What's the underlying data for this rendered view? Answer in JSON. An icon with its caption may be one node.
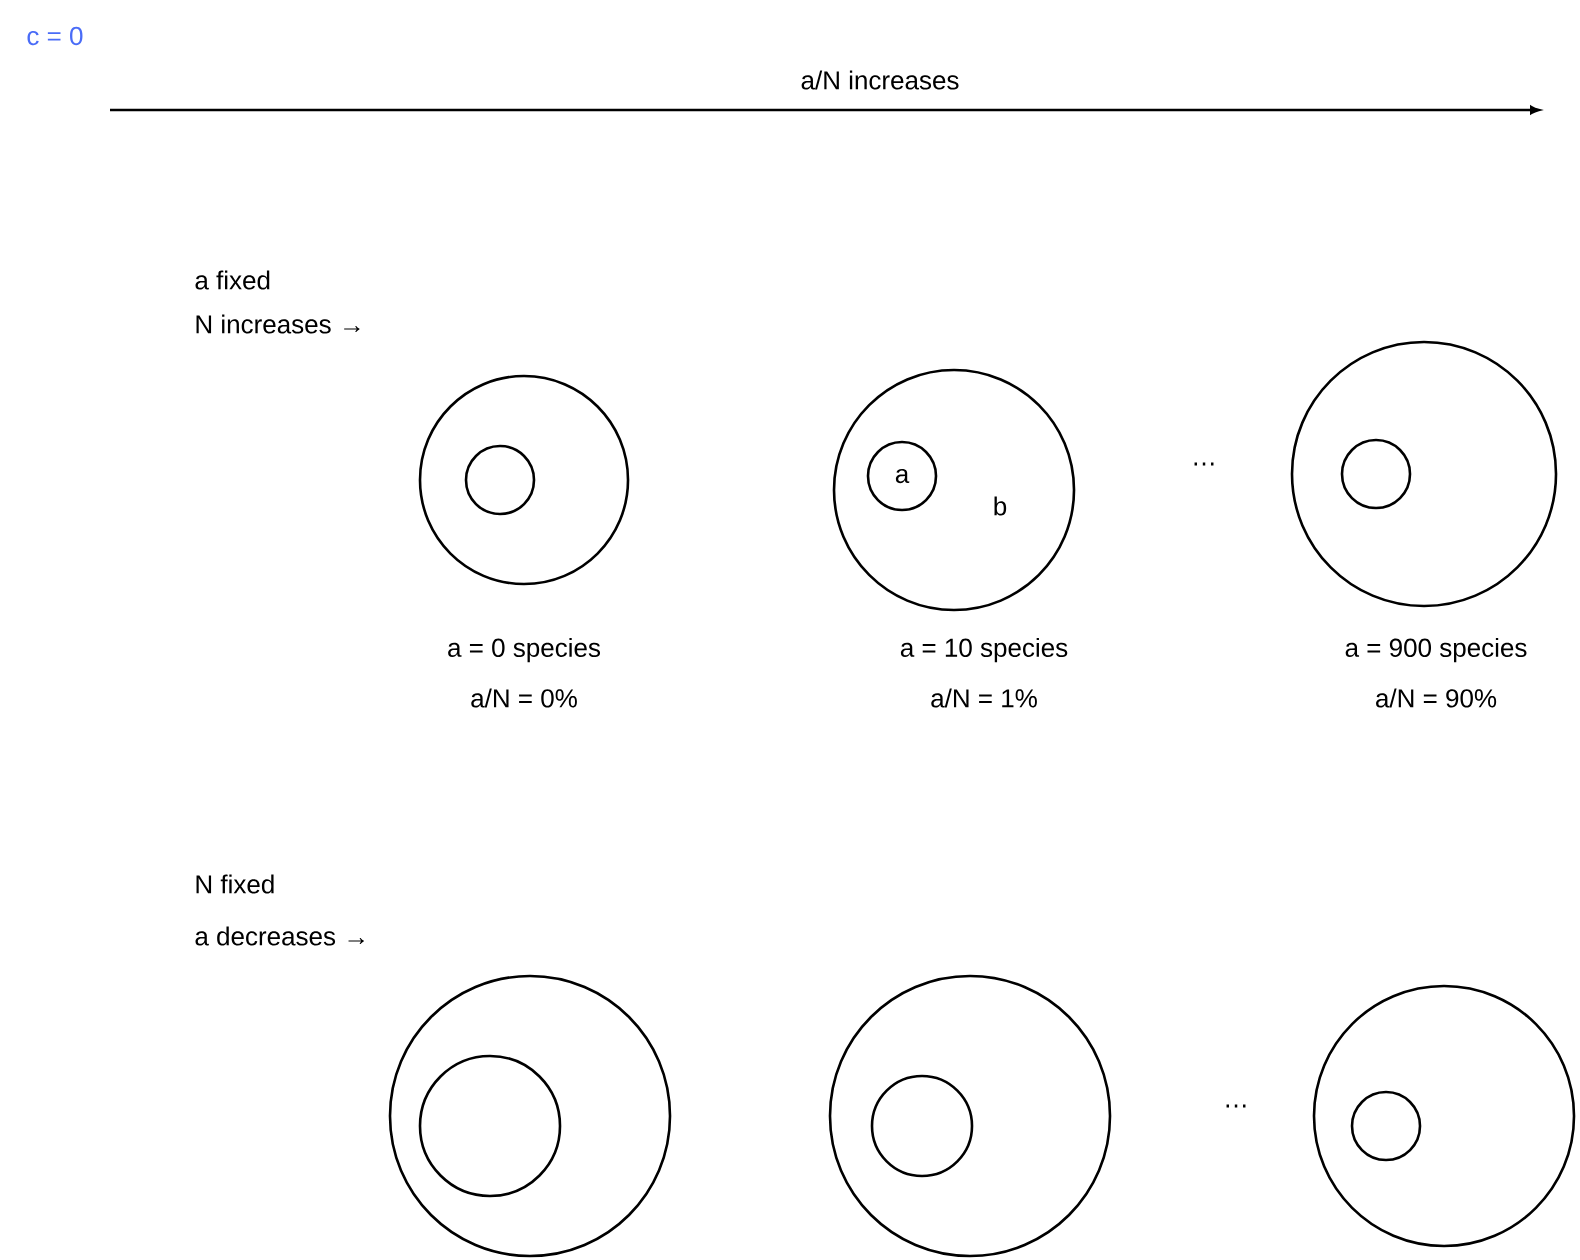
{
  "diagram": {
    "nodes": [
      {
        "text": [],
        "shape": "circle",
        "beside": [
          "a = 0 species",
          "a/N = 0%"
        ]
      },
      {
        "text": [],
        "shape": "circle",
        "in": 0
      },
      {
        "text": [
          "b"
        ],
        "beside": [
          "a = 10 species",
          "a/N = 1%"
        ]
      },
      {
        "text": [
          "a"
        ],
        "in": 2
      },
      {
        "text": [],
        "shape": "circle",
        "beside": [
          "a = 900 species",
          "a/N = 90%"
        ]
      },
      {
        "text": [],
        "shape": "circle",
        "in": 4
      },
      {
        "text": [],
        "shape": "circle"
      },
      {
        "text": [],
        "shape": "circle",
        "in": 6
      },
      {
        "text": [],
        "shape": "circle"
      },
      {
        "text": [],
        "shape": "circle",
        "in": 8
      },
      {
        "text": [],
        "shape": "circle"
      },
      {
        "text": [],
        "shape": "circle",
        "in": 10
      }
    ],
    "labels": [
      "c = 0",
      "a/N increases",
      "a fixed",
      "N increases →",
      "…",
      "N fixed",
      "a decreases →",
      "…"
    ]
  }
}
